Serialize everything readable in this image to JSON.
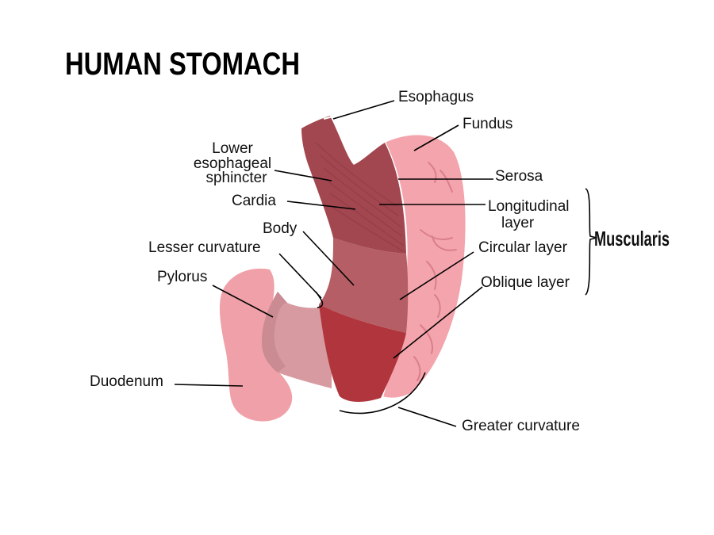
{
  "title": "HUMAN STOMACH",
  "colors": {
    "duodenum": "#f0a0a8",
    "pylorus": "#d79aa0",
    "serosa": "#f4a4ac",
    "longitudinal": "#a2464f",
    "circular": "#b55e66",
    "oblique": "#b0353d"
  },
  "labels": {
    "esophagus": "Esophagus",
    "fundus": "Fundus",
    "lower_es_1": "Lower",
    "lower_es_2": "esophageal",
    "lower_es_3": "sphincter",
    "serosa": "Serosa",
    "cardia": "Cardia",
    "longitudinal_1": "Longitudinal",
    "longitudinal_2": "layer",
    "body": "Body",
    "lesser_curvature": "Lesser curvature",
    "circular_layer": "Circular layer",
    "pylorus": "Pylorus",
    "oblique_layer": "Oblique layer",
    "duodenum": "Duodenum",
    "greater_curvature": "Greater curvature",
    "muscularis": "Muscularis"
  }
}
